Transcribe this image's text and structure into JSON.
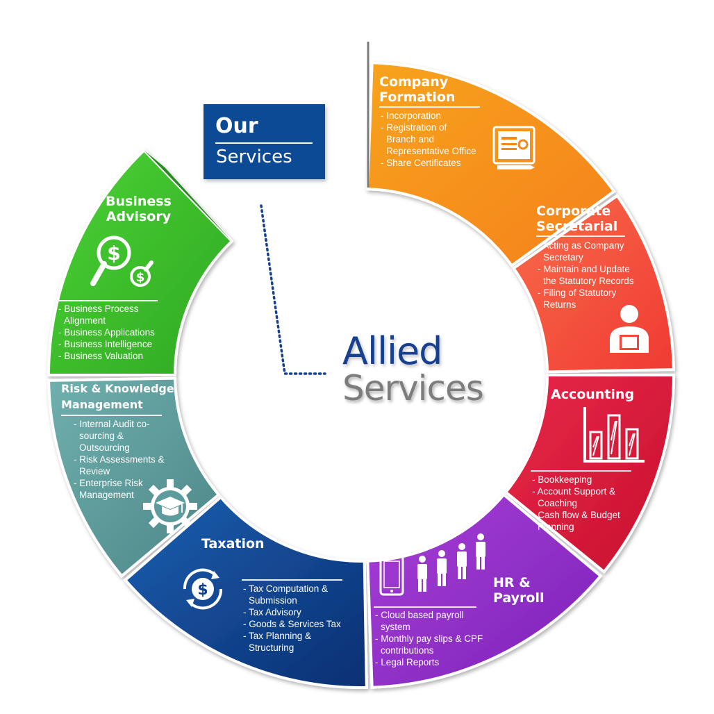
{
  "header": {
    "title": "Our",
    "subtitle": "Services"
  },
  "center": {
    "line1": "Allied",
    "line2": "Services"
  },
  "colors": {
    "company_formation": "#f7941d",
    "corporate_secretarial": "#f4533a",
    "accounting": "#d7193a",
    "hr_payroll": "#8b2fc9",
    "taxation": "#0e3f8c",
    "risk_knowledge": "#5e9b9c",
    "business_advisory": "#3dbd2b",
    "title_box": "#0d4a96"
  },
  "segments": {
    "company_formation": {
      "title": [
        "Company",
        "Formation"
      ],
      "items": [
        "- Incorporation",
        "- Registration of",
        "  Branch and",
        "  Representative Office",
        "- Share Certificates"
      ],
      "icon": "certificate-icon"
    },
    "corporate_secretarial": {
      "title": [
        "Corporate",
        "Secretarial"
      ],
      "items": [
        "- Acting as Company",
        "  Secretary",
        "- Maintain and Update",
        "  the Statutory Records",
        "- Filing of Statutory",
        "  Returns"
      ],
      "icon": "person-laptop-icon"
    },
    "accounting": {
      "title": [
        "Accounting"
      ],
      "items": [
        "- Bookkeeping",
        "- Account Support &",
        "  Coaching",
        "- Cash flow & Budget",
        "  Planning"
      ],
      "icon": "bar-chart-icon"
    },
    "hr_payroll": {
      "title": [
        "HR &",
        "Payroll"
      ],
      "items": [
        "- Cloud based payroll",
        "  system",
        "- Monthly pay slips & CPF",
        "  contributions",
        "- Legal Reports"
      ],
      "icon": "people-phone-icon"
    },
    "taxation": {
      "title": [
        "Taxation"
      ],
      "items": [
        "- Tax Computation &",
        "  Submission",
        "- Tax Advisory",
        "- Goods & Services Tax",
        "- Tax Planning &",
        "  Structuring"
      ],
      "icon": "dollar-cycle-icon"
    },
    "risk_knowledge": {
      "title": [
        "Risk & Knowledge",
        "Management"
      ],
      "items": [
        "- Internal Audit co-",
        "  sourcing &",
        "  Outsourcing",
        "- Risk Assessments &",
        "  Review",
        "- Enterprise Risk",
        "  Management"
      ],
      "icon": "gear-graduation-icon"
    },
    "business_advisory": {
      "title": [
        "Business",
        "Advisory"
      ],
      "items": [
        "- Business Process",
        "  Alignment",
        "- Business Applications",
        "- Business Intelligence",
        "- Business Valuation"
      ],
      "icon": "dollar-magnifier-icon"
    }
  }
}
